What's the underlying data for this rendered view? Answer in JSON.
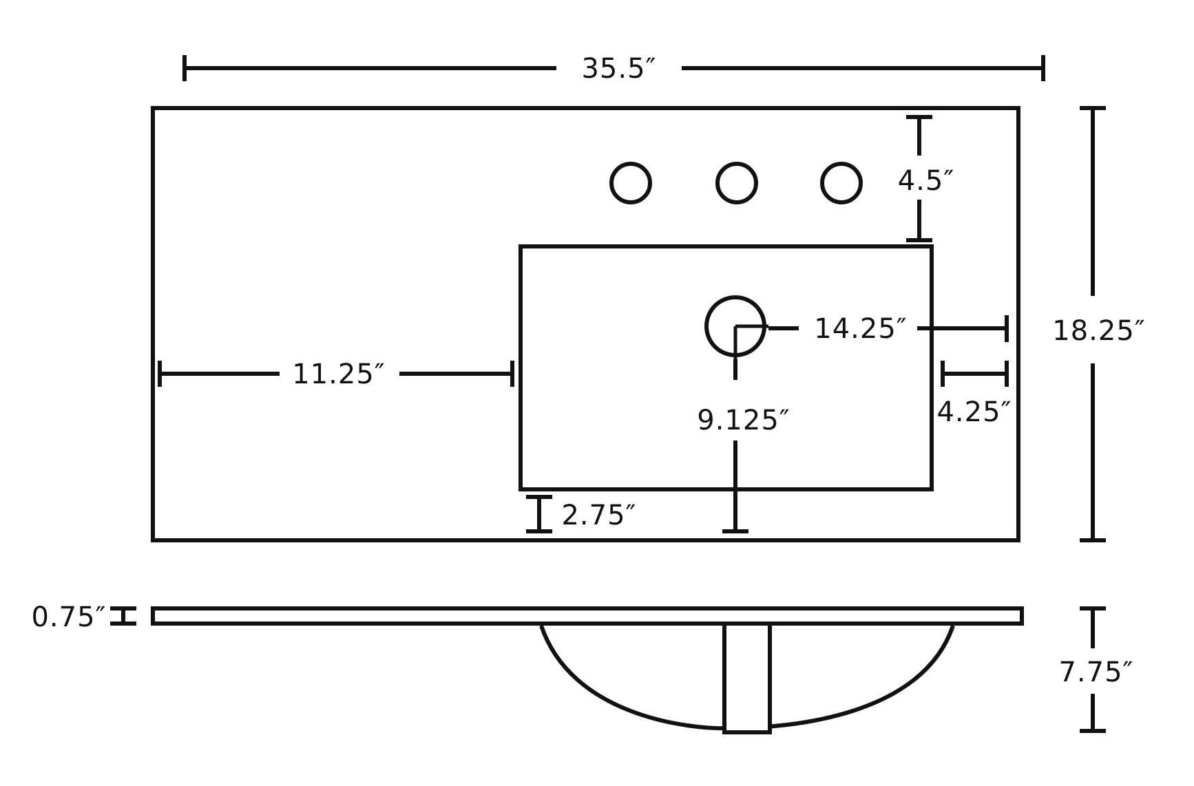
{
  "dimensions": {
    "overall_width": "35.5″",
    "overall_depth": "18.25″",
    "faucet_hole_setback": "4.5″",
    "drain_from_right_edge": "14.25″",
    "basin_from_left_edge": "11.25″",
    "basin_from_right_edge": "4.25″",
    "drain_from_front_edge": "9.125″",
    "basin_from_front_edge": "2.75″",
    "countertop_thickness": "0.75″",
    "total_height": "7.75″"
  },
  "colors": {
    "line": "#111111",
    "background": "#ffffff"
  }
}
